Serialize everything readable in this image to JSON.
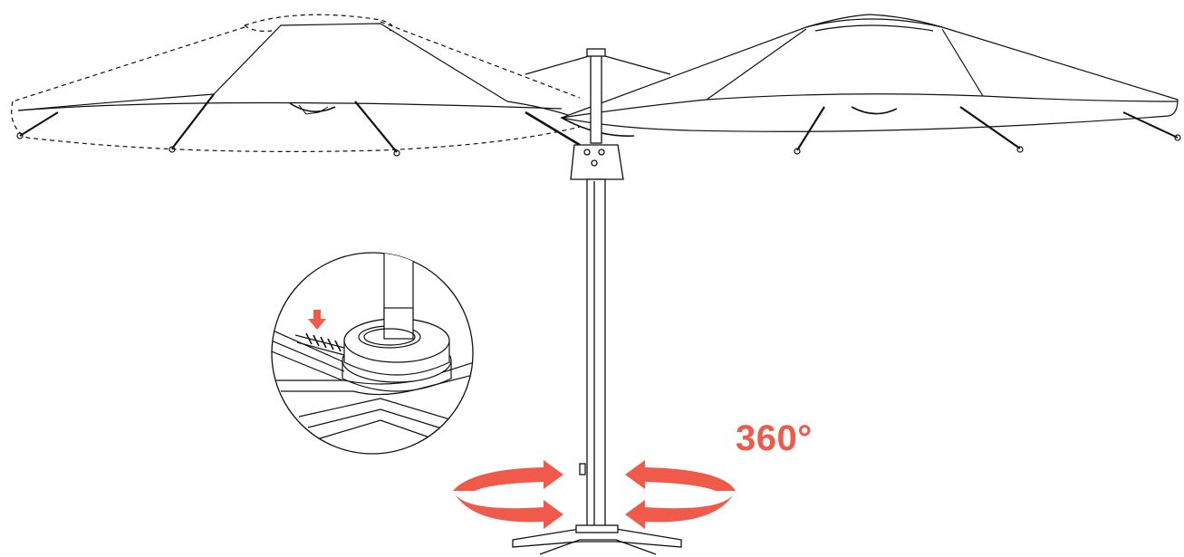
{
  "diagram": {
    "rotation_label": "360°",
    "accent_color": "#ef5a4a",
    "line_color": "#111111",
    "canopy_fill": "#ffffff",
    "parts": [
      "umbrella-left-canopy-ghost",
      "umbrella-right-canopy",
      "center-pole",
      "cross-base",
      "base-lock-detail-inset",
      "rotation-arrows"
    ]
  }
}
